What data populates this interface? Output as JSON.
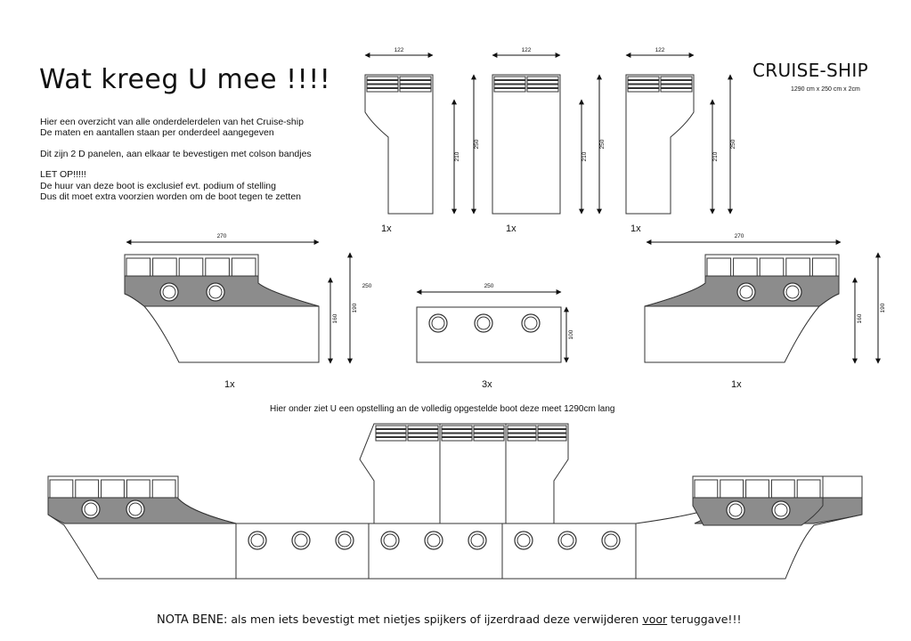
{
  "heading": "Wat kreeg U mee !!!!",
  "intro": {
    "line1": "Hier een overzicht van alle onderdelerdelen van het Cruise-ship",
    "line2": "De maten en aantallen staan per onderdeel aangegeven",
    "line3": "Dit zijn 2 D  panelen, aan elkaar te bevestigen met colson bandjes",
    "line4": "LET OP!!!!!",
    "line5": "De huur van deze boot is exclusief evt. podium of stelling",
    "line6": "Dus dit moet extra voorzien worden  om de boot tegen te zetten"
  },
  "ship": {
    "name": "CRUISE-SHIP",
    "dimensions": "1290 cm x 250 cm x 2cm"
  },
  "tower": {
    "width": "122",
    "height": "250",
    "inner_height": "210",
    "quantity": "1x"
  },
  "bow": {
    "width": "270",
    "height": "190",
    "inner_height": "160",
    "quantity": "1x"
  },
  "mid": {
    "width": "250",
    "height": "100",
    "quantity": "3x"
  },
  "stern": {
    "width": "270",
    "height": "190",
    "inner_height": "160",
    "quantity": "1x"
  },
  "assembly_note": "Hier onder ziet U een opstelling an de volledig opgestelde boot  deze meet 1290cm lang",
  "nota": {
    "label": "NOTA BENE:",
    "text_before": " als men iets bevestigt met nietjes spijkers of ijzerdraad deze verwijderen ",
    "underlined": "voor",
    "text_after": " teruggave!!!"
  },
  "colors": {
    "panel_fill": "#ffffff",
    "band_fill": "#8c8c8c",
    "line": "#333333"
  }
}
